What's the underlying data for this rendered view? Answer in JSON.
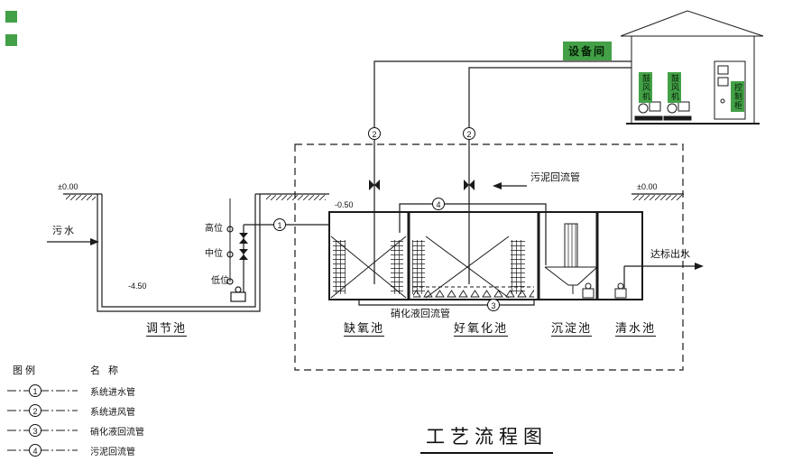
{
  "title": "工艺流程图",
  "equipment_room": {
    "label": "设备间",
    "blower_left": "鼓风机",
    "blower_right": "鼓风机",
    "control_cabinet": "控制柜"
  },
  "regulation_tank": {
    "name": "调节池",
    "influent": "污水",
    "level_high": "高位",
    "level_mid": "中位",
    "level_low": "低位",
    "elevation_bottom": "-4.50"
  },
  "process_tanks": {
    "anoxic": "缺氧池",
    "aerobic": "好氧化池",
    "sedimentation": "沉淀池",
    "clear_water": "清水池"
  },
  "pipes": {
    "sludge_return": "污泥回流管",
    "nitrified_return": "硝化液回流管",
    "effluent": "达标出水"
  },
  "elevations": {
    "ground_left": "±0.00",
    "ground_right": "±0.00",
    "tank_top": "-0.50"
  },
  "markers": {
    "inlet": "1",
    "air_left": "2",
    "air_right": "2",
    "nitrified": "3",
    "sludge": "4"
  },
  "legend": {
    "col_symbol": "图例",
    "col_name": "名 称",
    "items": [
      {
        "num": "1",
        "name": "系统进水管"
      },
      {
        "num": "2",
        "name": "系统进风管"
      },
      {
        "num": "3",
        "name": "硝化液回流管"
      },
      {
        "num": "4",
        "name": "污泥回流管"
      }
    ]
  },
  "colors": {
    "highlight_green": "#43a047",
    "line": "#1a1a1a"
  }
}
